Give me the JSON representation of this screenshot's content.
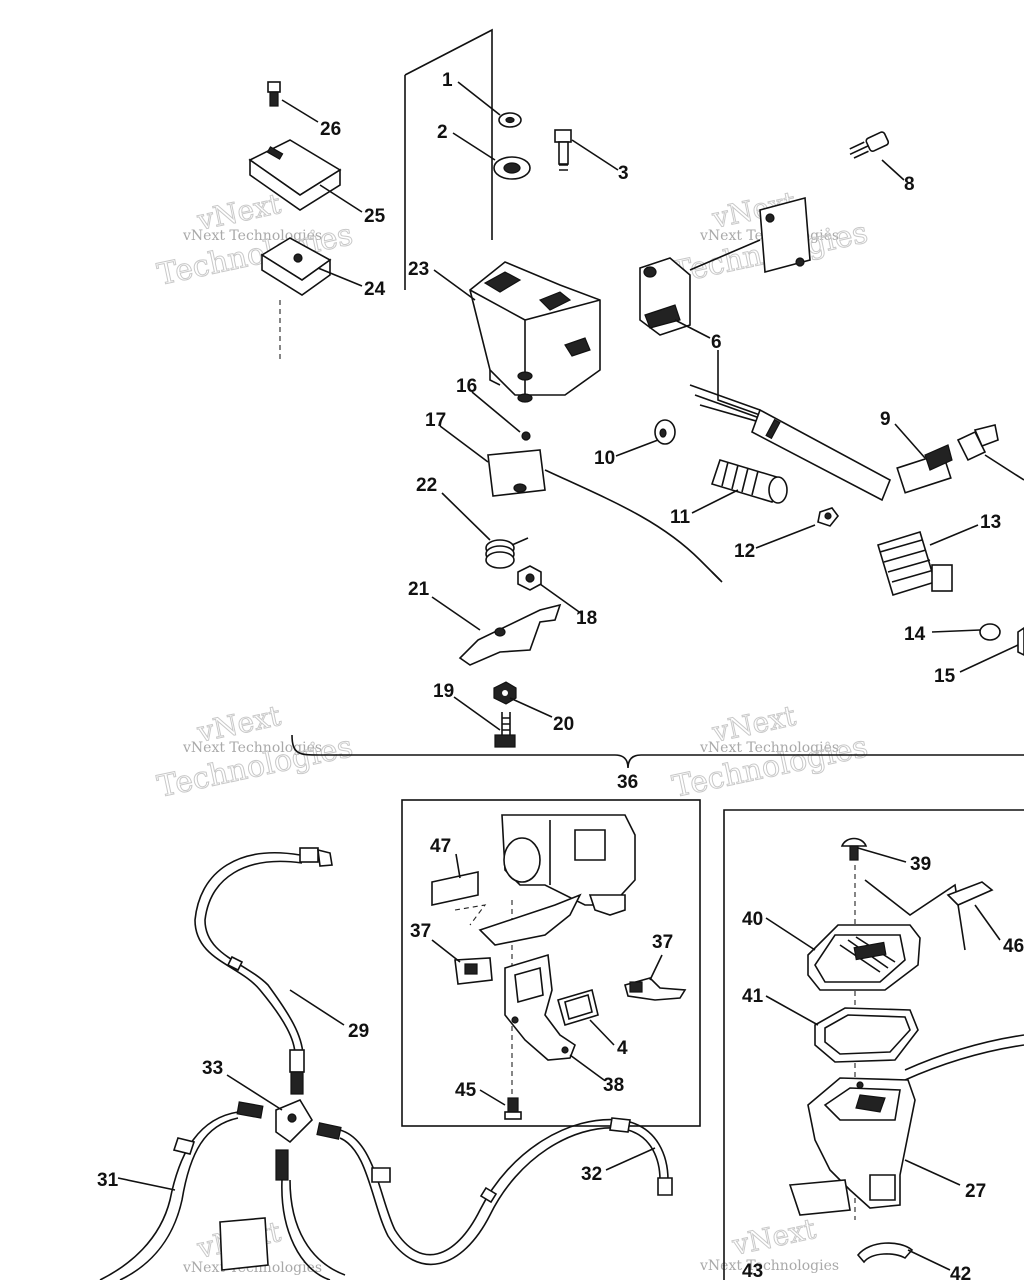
{
  "watermark": {
    "line1": "vNext",
    "line2": "vNext Technologies",
    "line3": "Technologies"
  },
  "callouts": [
    "1",
    "2",
    "3",
    "4",
    "6",
    "8",
    "9",
    "10",
    "11",
    "12",
    "13",
    "14",
    "15",
    "16",
    "17",
    "18",
    "19",
    "20",
    "21",
    "22",
    "23",
    "24",
    "25",
    "26",
    "27",
    "29",
    "31",
    "32",
    "33",
    "36",
    "37",
    "38",
    "39",
    "40",
    "41",
    "42",
    "43",
    "45",
    "46",
    "47"
  ],
  "labels": {
    "c1": "1",
    "c2": "2",
    "c3": "3",
    "c4": "4",
    "c6": "6",
    "c8": "8",
    "c9": "9",
    "c10": "10",
    "c11": "11",
    "c12": "12",
    "c13": "13",
    "c14": "14",
    "c15": "15",
    "c16": "16",
    "c17": "17",
    "c18": "18",
    "c19": "19",
    "c20": "20",
    "c21": "21",
    "c22": "22",
    "c23": "23",
    "c24": "24",
    "c25": "25",
    "c26": "26",
    "c27": "27",
    "c29": "29",
    "c31": "31",
    "c32": "32",
    "c33": "33",
    "c36": "36",
    "c37a": "37",
    "c37b": "37",
    "c38": "38",
    "c39": "39",
    "c40": "40",
    "c41": "41",
    "c42": "42",
    "c43": "43",
    "c45": "45",
    "c46": "46",
    "c47": "47"
  }
}
